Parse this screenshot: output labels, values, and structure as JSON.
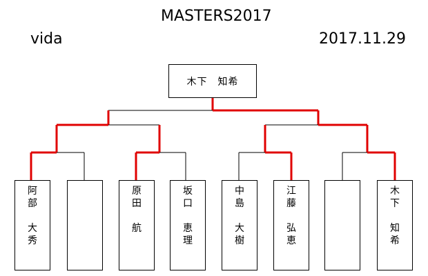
{
  "header": {
    "title": "MASTERS2017",
    "venue": "vida",
    "date": "2017.11.29"
  },
  "champion": "木下　知希",
  "players": [
    {
      "name": "阿\n部\n\n大\n秀",
      "winner": true
    },
    {
      "name": "",
      "winner": false
    },
    {
      "name": "原\n田\n\n航",
      "winner": true
    },
    {
      "name": "坂\n口\n\n恵\n理",
      "winner": false
    },
    {
      "name": "中\n島\n\n大\n樹",
      "winner": false
    },
    {
      "name": "江\n藤\n\n弘\n恵",
      "winner": true
    },
    {
      "name": "",
      "winner": false
    },
    {
      "name": "木\n下\n\n知\n希",
      "winner": true
    }
  ],
  "colors": {
    "line": "#000000",
    "winner_path": "#e00000"
  }
}
